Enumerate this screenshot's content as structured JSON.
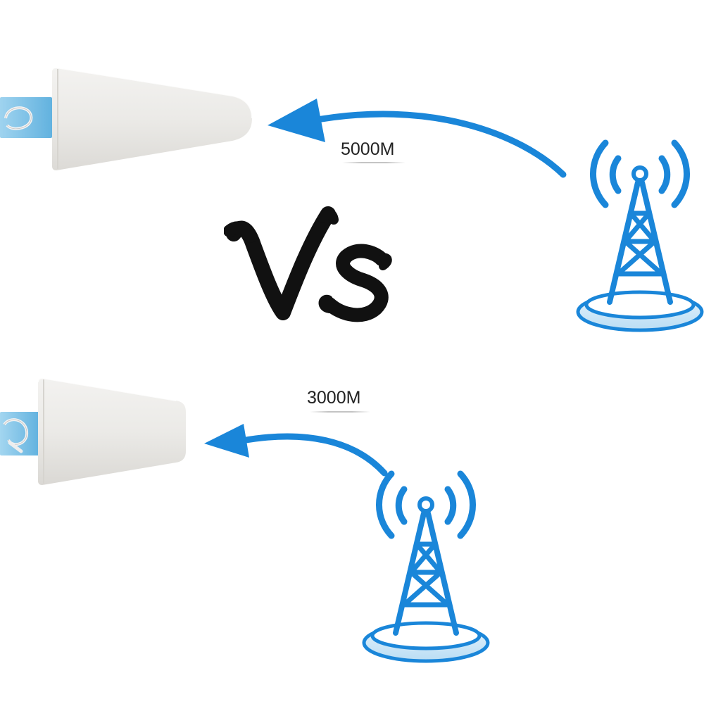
{
  "comparison": {
    "vs_text": "Vs",
    "top": {
      "distance": "5000M"
    },
    "bottom": {
      "distance": "3000M"
    }
  },
  "colors": {
    "signal_blue": "#1a86d9",
    "antenna_body": "#ecebe8",
    "antenna_bracket": "#7cc1e6",
    "vs_ink": "#111111"
  },
  "icons": {
    "tower": "cell-tower-icon",
    "antenna": "log-periodic-antenna-icon",
    "arrow": "signal-arrow-icon"
  }
}
